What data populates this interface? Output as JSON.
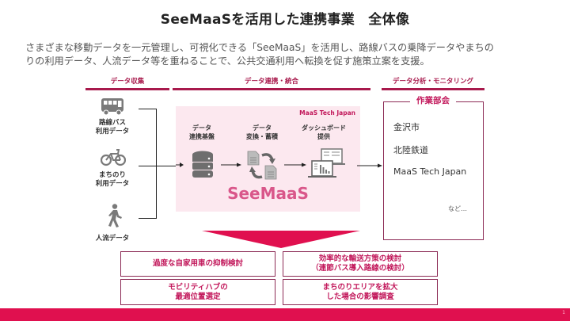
{
  "title": "SeeMaaSを活用した連携事業　全体像",
  "lead": {
    "line1": "さまざまな移動データを一元管理し、可視化できる「SeeMaaS」を活用し、路線バスの乗降データやまちの",
    "line2": "りの利用データ、人流データ等を重ねることで、公共交通利用へ転換を促す施策立案を支援。"
  },
  "sections": {
    "collect": "データ収集",
    "integrate": "データ連携・統合",
    "analyze": "データ分析・モニタリング"
  },
  "sources": [
    {
      "icon": "bus-icon",
      "line1": "路線バス",
      "line2": "利用データ"
    },
    {
      "icon": "bicycle-icon",
      "line1": "まちのり",
      "line2": "利用データ"
    },
    {
      "icon": "pedestrian-icon",
      "line1": "人流データ",
      "line2": ""
    }
  ],
  "platform": {
    "provider": "MaaS Tech Japan",
    "name": "SeeMaaS",
    "steps": [
      {
        "icon": "database-icon",
        "line1": "データ",
        "line2": "連携基盤"
      },
      {
        "icon": "document-sync-icon",
        "line1": "データ",
        "line2": "変換・蓄積"
      },
      {
        "icon": "dashboard-icon",
        "line1": "ダッシュボード",
        "line2": "提供"
      }
    ]
  },
  "working_group": {
    "title": "作業部会",
    "members": [
      "金沢市",
      "北陸鉄道",
      "MaaS Tech Japan"
    ],
    "etc": "など…"
  },
  "measures": [
    {
      "line1": "過度な自家用車の抑制検討",
      "line2": ""
    },
    {
      "line1": "効率的な輸送方策の検討",
      "line2": "（連節バス導入路線の検討）"
    },
    {
      "line1": "モビリティハブの",
      "line2": "最適位置選定"
    },
    {
      "line1": "まちのりエリアを拡大",
      "line2": "した場合の影響調査"
    }
  ],
  "colors": {
    "accent": "#e0104f",
    "section_line": "#a8194c",
    "panel_bg": "#fce8ef",
    "brand_text": "#d9578a"
  },
  "page_number": "1"
}
